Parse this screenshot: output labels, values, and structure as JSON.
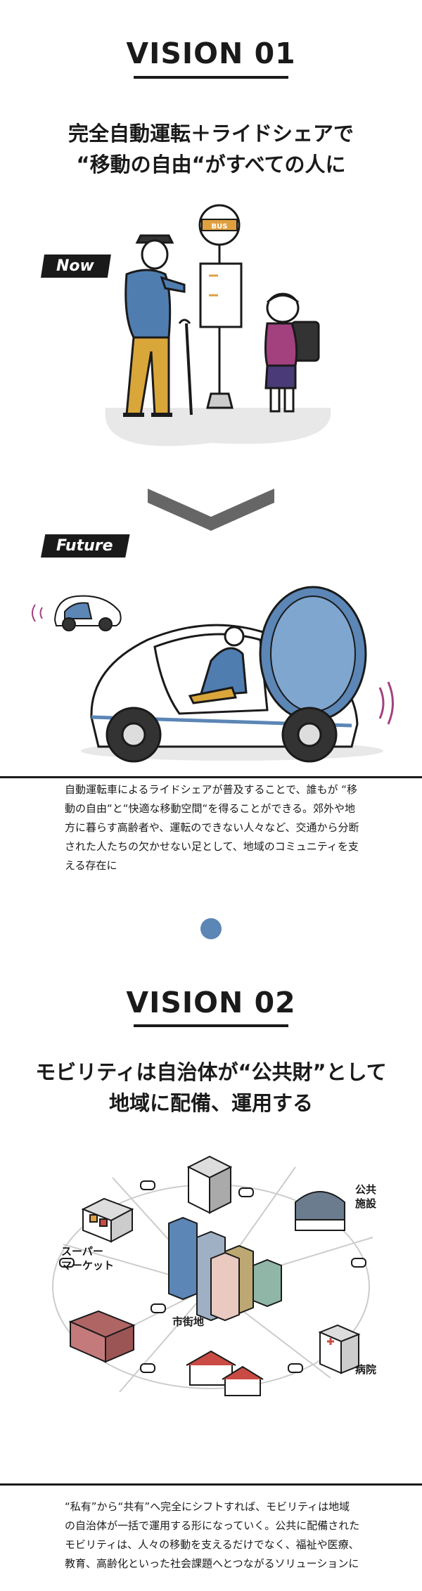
{
  "vision1": {
    "title": "VISION 01",
    "headline_line1": "完全自動運転＋ライドシェアで",
    "headline_line2": "“移動の自由“がすべての人に",
    "now_label": "Now",
    "future_label": "Future",
    "bus_sign": "BUS",
    "body_text": "自動運転車によるライドシェアが普及することで、誰もが “移動の自由“と“快適な移動空間“を得ることができる。郊外や地方に暮らす高齢者や、運転のできない人々など、交通から分断された人たちの欠かせない足として、地域のコミュニティを支える存在に"
  },
  "vision2": {
    "title": "VISION 02",
    "headline_line1": "モビリティは自治体が“公共財”として",
    "headline_line2": "地域に配備、運用する",
    "labels": {
      "supermarket_line1": "スーパー",
      "supermarket_line2": "マーケット",
      "public_line1": "公共",
      "public_line2": "施設",
      "downtown": "市街地",
      "hospital": "病院"
    },
    "body_text": "“私有”から“共有”へ完全にシフトすれば、モビリティは地域の自治体が一括で運用する形になっていく。公共に配備されたモビリティは、人々の移動を支えるだけでなく、福祉や医療、教育、高齢化といった社会課題へとつながるソリューションに"
  },
  "colors": {
    "ink": "#1a1a1a",
    "accent_blue": "#5b86b5",
    "coat_blue": "#4f7db0",
    "mustard": "#d9a63a",
    "bus_orange": "#e0a040",
    "purple": "#8a4f8d",
    "magenta": "#a3417f",
    "gray_ground": "#e8e8e8"
  }
}
